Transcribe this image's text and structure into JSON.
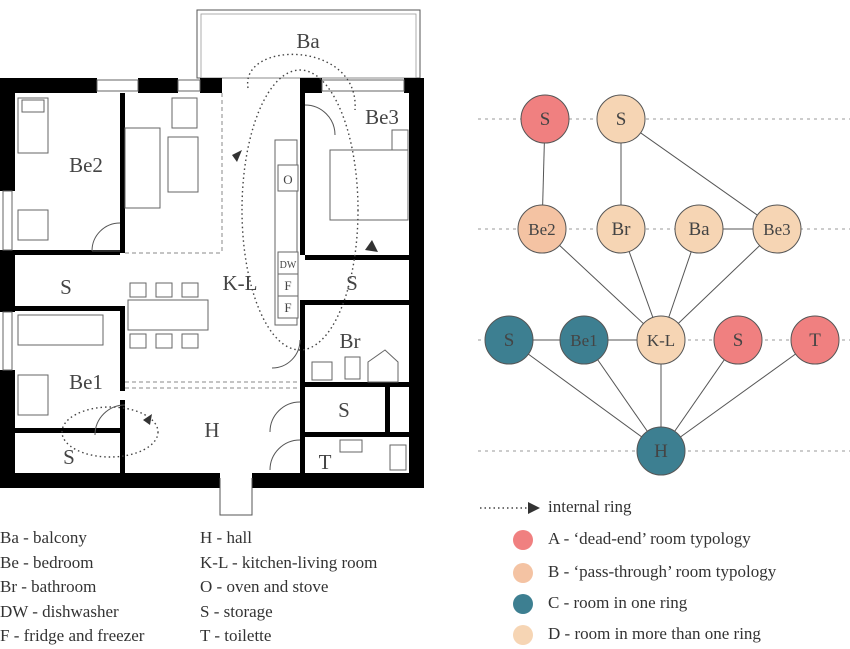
{
  "colors": {
    "typology_a": "#f08080",
    "typology_b": "#f4c3a3",
    "typology_c": "#3d7f91",
    "typology_d": "#f6d5b4"
  },
  "plan": {
    "rooms": {
      "ba": "Ba",
      "be2": "Be2",
      "be3": "Be3",
      "kl": "K-L",
      "be1": "Be1",
      "br": "Br",
      "h": "H",
      "t": "T",
      "s_left": "S",
      "s_right": "S",
      "s_bottom_left": "S",
      "s_hall_right": "S"
    },
    "appliances": {
      "oven": "O",
      "dishwasher": "DW",
      "fridge1": "F",
      "fridge2": "F"
    }
  },
  "plan_legend": {
    "col1": [
      "Ba - balcony",
      "Be - bedroom",
      "Br - bathroom",
      "DW - dishwasher",
      "F - fridge and freezer"
    ],
    "col2": [
      "H - hall",
      "K-L - kitchen-living room",
      "O - oven and stove",
      "S - storage",
      "T - toilette"
    ]
  },
  "graph": {
    "nodes": [
      {
        "id": "s_top1",
        "label": "S",
        "type": "a"
      },
      {
        "id": "s_top2",
        "label": "S",
        "type": "d"
      },
      {
        "id": "be2",
        "label": "Be2",
        "type": "b"
      },
      {
        "id": "br",
        "label": "Br",
        "type": "d"
      },
      {
        "id": "ba",
        "label": "Ba",
        "type": "d"
      },
      {
        "id": "be3",
        "label": "Be3",
        "type": "d"
      },
      {
        "id": "s_mid1",
        "label": "S",
        "type": "c"
      },
      {
        "id": "be1",
        "label": "Be1",
        "type": "c"
      },
      {
        "id": "kl",
        "label": "K-L",
        "type": "d"
      },
      {
        "id": "s_mid2",
        "label": "S",
        "type": "a"
      },
      {
        "id": "t",
        "label": "T",
        "type": "a"
      },
      {
        "id": "h",
        "label": "H",
        "type": "c"
      }
    ],
    "edges": [
      [
        "s_top1",
        "be2"
      ],
      [
        "s_top2",
        "br"
      ],
      [
        "s_top2",
        "be3"
      ],
      [
        "ba",
        "be3"
      ],
      [
        "be2",
        "kl"
      ],
      [
        "br",
        "kl"
      ],
      [
        "ba",
        "kl"
      ],
      [
        "be3",
        "kl"
      ],
      [
        "s_mid1",
        "be1"
      ],
      [
        "be1",
        "kl"
      ],
      [
        "s_mid1",
        "h"
      ],
      [
        "be1",
        "h"
      ],
      [
        "kl",
        "h"
      ],
      [
        "s_mid2",
        "h"
      ],
      [
        "t",
        "h"
      ]
    ]
  },
  "graph_legend": {
    "ring_label": "internal ring",
    "items": [
      {
        "key": "a",
        "label": "A - ‘dead-end’ room typology"
      },
      {
        "key": "b",
        "label": "B - ‘pass-through’ room typology"
      },
      {
        "key": "c",
        "label": "C - room in one ring"
      },
      {
        "key": "d",
        "label": "D - room in more than one ring"
      }
    ]
  }
}
